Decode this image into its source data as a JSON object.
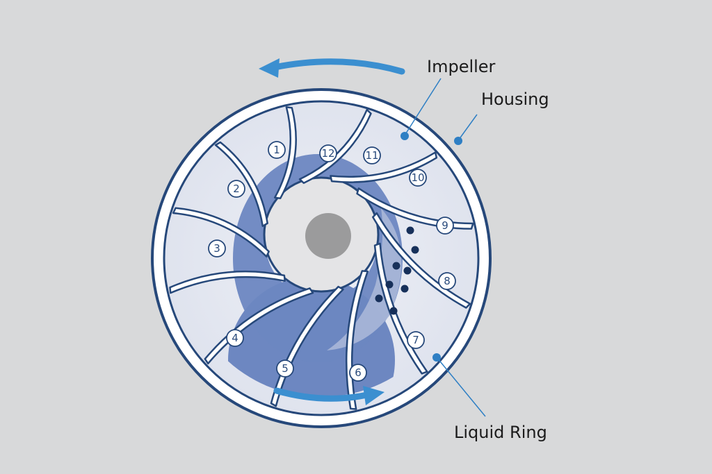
{
  "labels": {
    "impeller": "Impeller",
    "housing": "Housing",
    "liquid_ring": "Liquid Ring"
  },
  "chambers": [
    "1",
    "2",
    "3",
    "4",
    "5",
    "6",
    "7",
    "8",
    "9",
    "10",
    "11",
    "12"
  ],
  "colors": {
    "background": "#d8d9da",
    "outline": "#26487a",
    "housing_fill": "#ffffff",
    "chamber_fill": "#e1e4ef",
    "liquid": "#6d87c1",
    "liquid_light": "#aab7d8",
    "hub": "#e4e4e6",
    "shaft": "#9b9b9c",
    "arrow": "#3b8fd0",
    "leader": "#2e7fc4",
    "dots": "#17305a"
  }
}
